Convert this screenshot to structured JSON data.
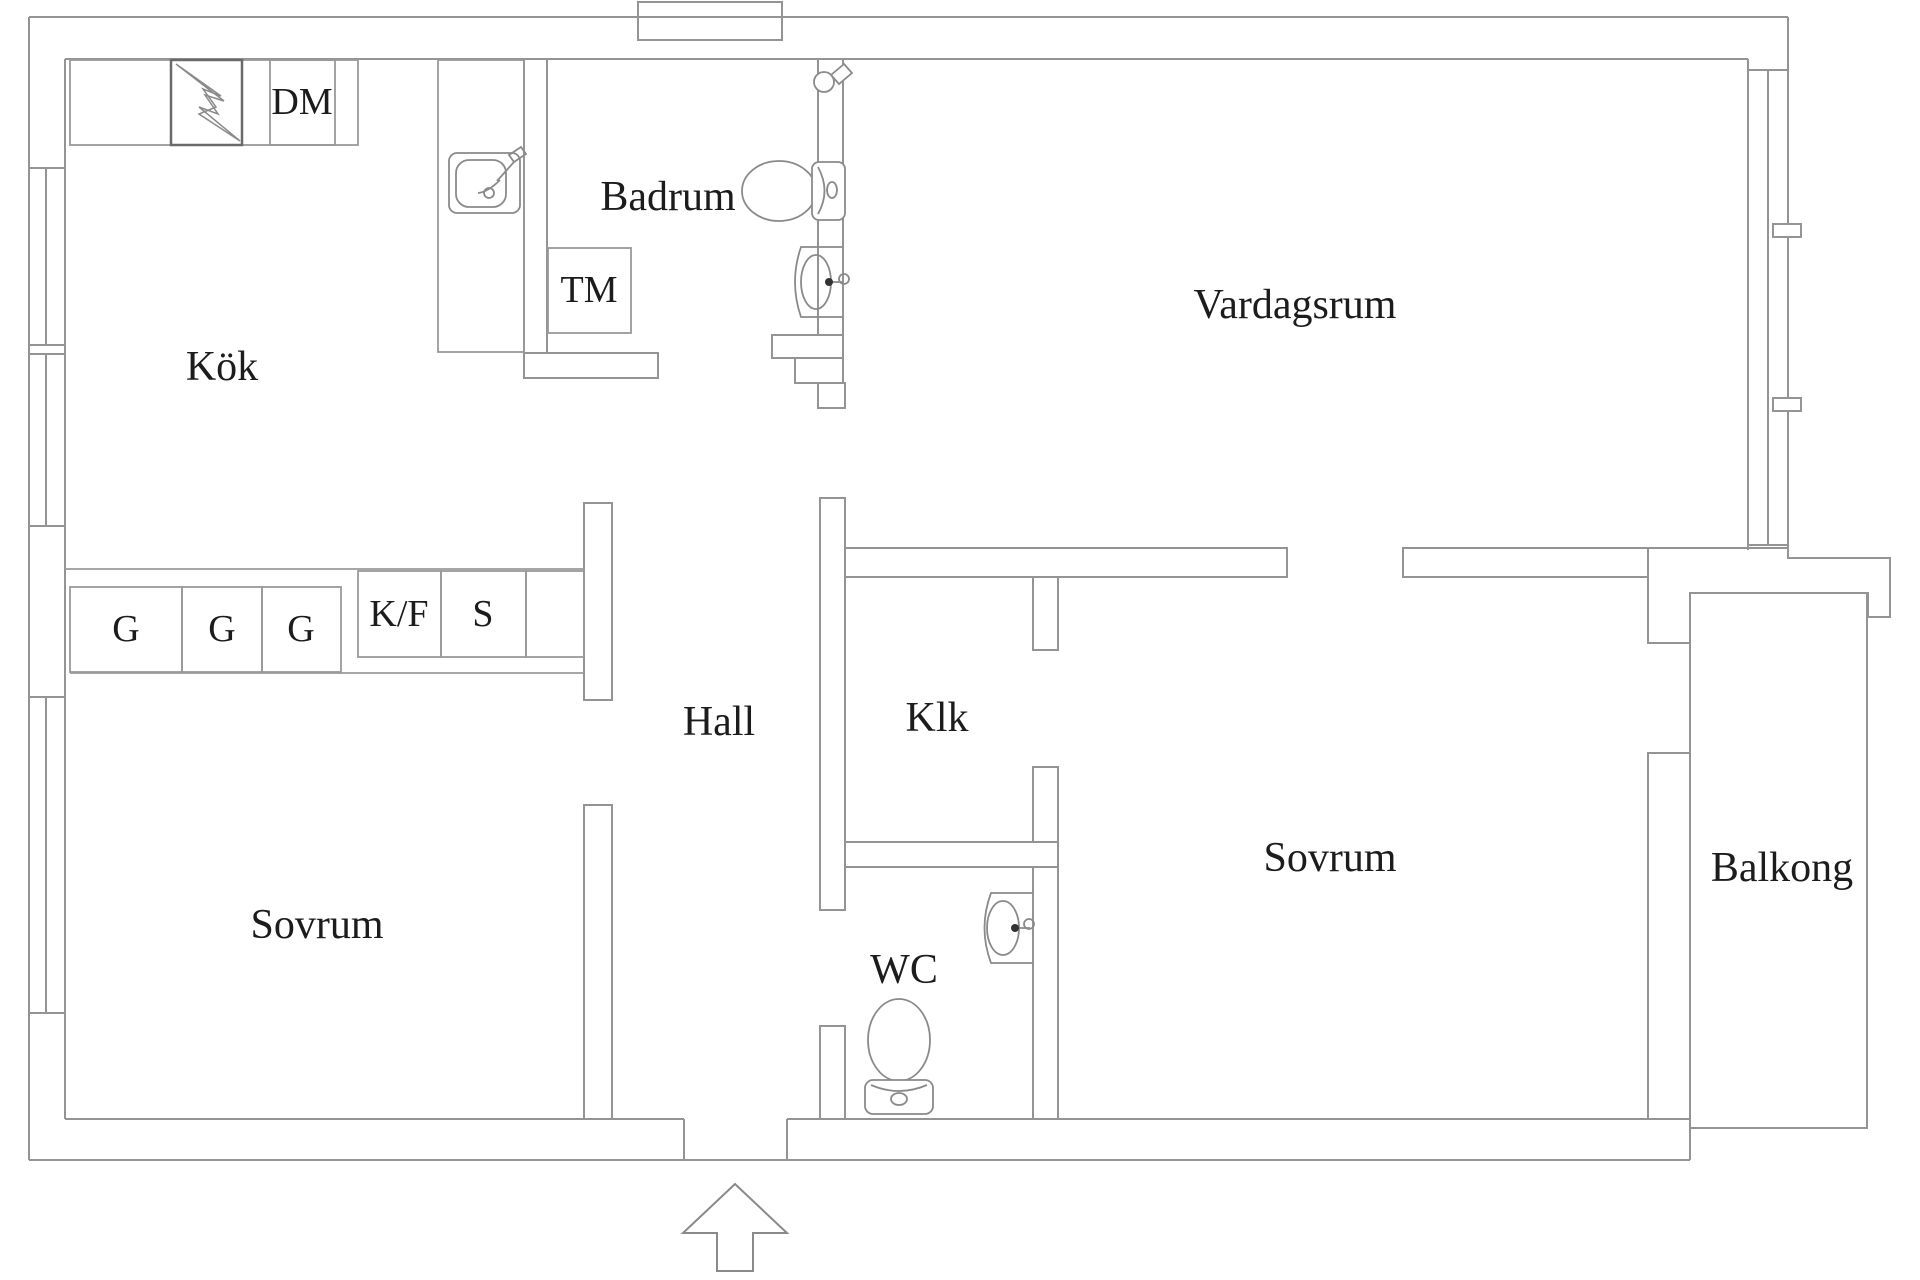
{
  "document": {
    "type": "apartment floor plan",
    "language": "Swedish",
    "colors": {
      "background": "#ffffff",
      "wall_line": "#949494",
      "fixture_line": "#8a8a8a",
      "text": "#1c1c1c"
    }
  },
  "rooms": {
    "kitchen": {
      "label": "Kök"
    },
    "bathroom": {
      "label": "Badrum"
    },
    "living_room": {
      "label": "Vardagsrum"
    },
    "hall": {
      "label": "Hall"
    },
    "closet": {
      "label": "Klk"
    },
    "bedroom_left": {
      "label": "Sovrum"
    },
    "bedroom_right": {
      "label": "Sovrum"
    },
    "wc": {
      "label": "WC"
    },
    "balcony": {
      "label": "Balkong"
    }
  },
  "fixtures": {
    "dishwasher": {
      "label": "DM"
    },
    "washing_machine": {
      "label": "TM"
    },
    "fridge_freezer": {
      "label": "K/F"
    },
    "cabinet": {
      "label": "S"
    },
    "wardrobes": [
      {
        "label": "G"
      },
      {
        "label": "G"
      },
      {
        "label": "G"
      }
    ],
    "icons": [
      "stove-icon",
      "kitchen-sink-icon",
      "toilet-icon",
      "bathroom-sink-icon",
      "shower-icon",
      "wc-sink-icon",
      "wc-toilet-icon",
      "entrance-arrow-icon",
      "window-handle-icon"
    ]
  }
}
